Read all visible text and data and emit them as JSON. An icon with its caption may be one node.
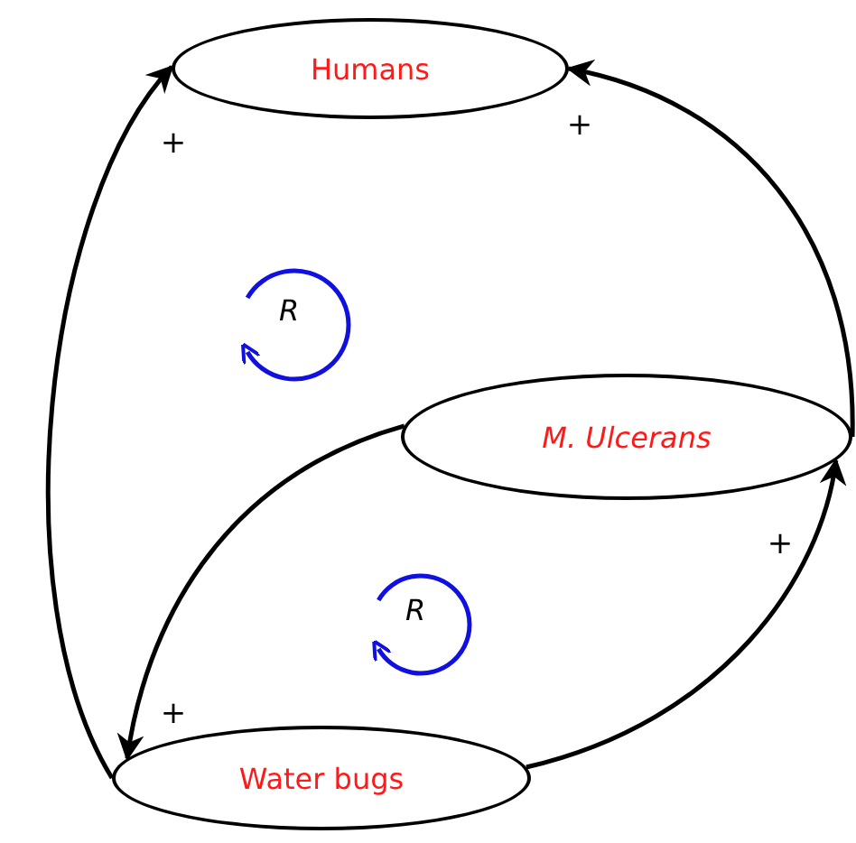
{
  "diagram": {
    "nodes": [
      {
        "text": [
          "Humans"
        ]
      },
      {
        "text": [
          "M. Ulcerans"
        ]
      },
      {
        "text": [
          "Water bugs"
        ]
      }
    ],
    "edges": [
      {
        "from": 2,
        "to": 0,
        "arrow": "to",
        "label": "+"
      },
      {
        "from": 1,
        "to": 0,
        "arrow": "to",
        "label": "+"
      },
      {
        "from": 2,
        "to": 1,
        "arrow": "to",
        "label": "+"
      },
      {
        "from": 1,
        "to": 2,
        "arrow": "to",
        "label": "+"
      }
    ],
    "labels": [
      "R",
      "R"
    ]
  }
}
